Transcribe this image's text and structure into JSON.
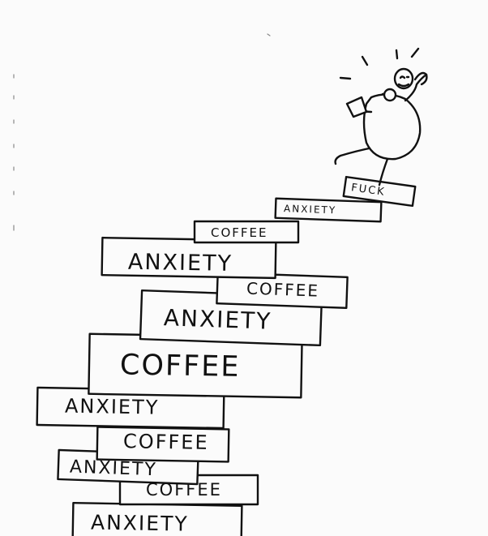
{
  "steps": [
    {
      "label": "FUCK"
    },
    {
      "label": "ANXIETY"
    },
    {
      "label": "COFFEE"
    },
    {
      "label": "ANXIETY"
    },
    {
      "label": "COFFEE"
    },
    {
      "label": "ANXIETY"
    },
    {
      "label": "COFFEE"
    },
    {
      "label": "ANXIETY"
    },
    {
      "label": "COFFEE"
    },
    {
      "label": "ANXIETY"
    },
    {
      "label": "COFFEE"
    },
    {
      "label": "ANXIETY"
    }
  ],
  "colors": {
    "ink": "#111111",
    "paper": "#fbfbfb"
  }
}
